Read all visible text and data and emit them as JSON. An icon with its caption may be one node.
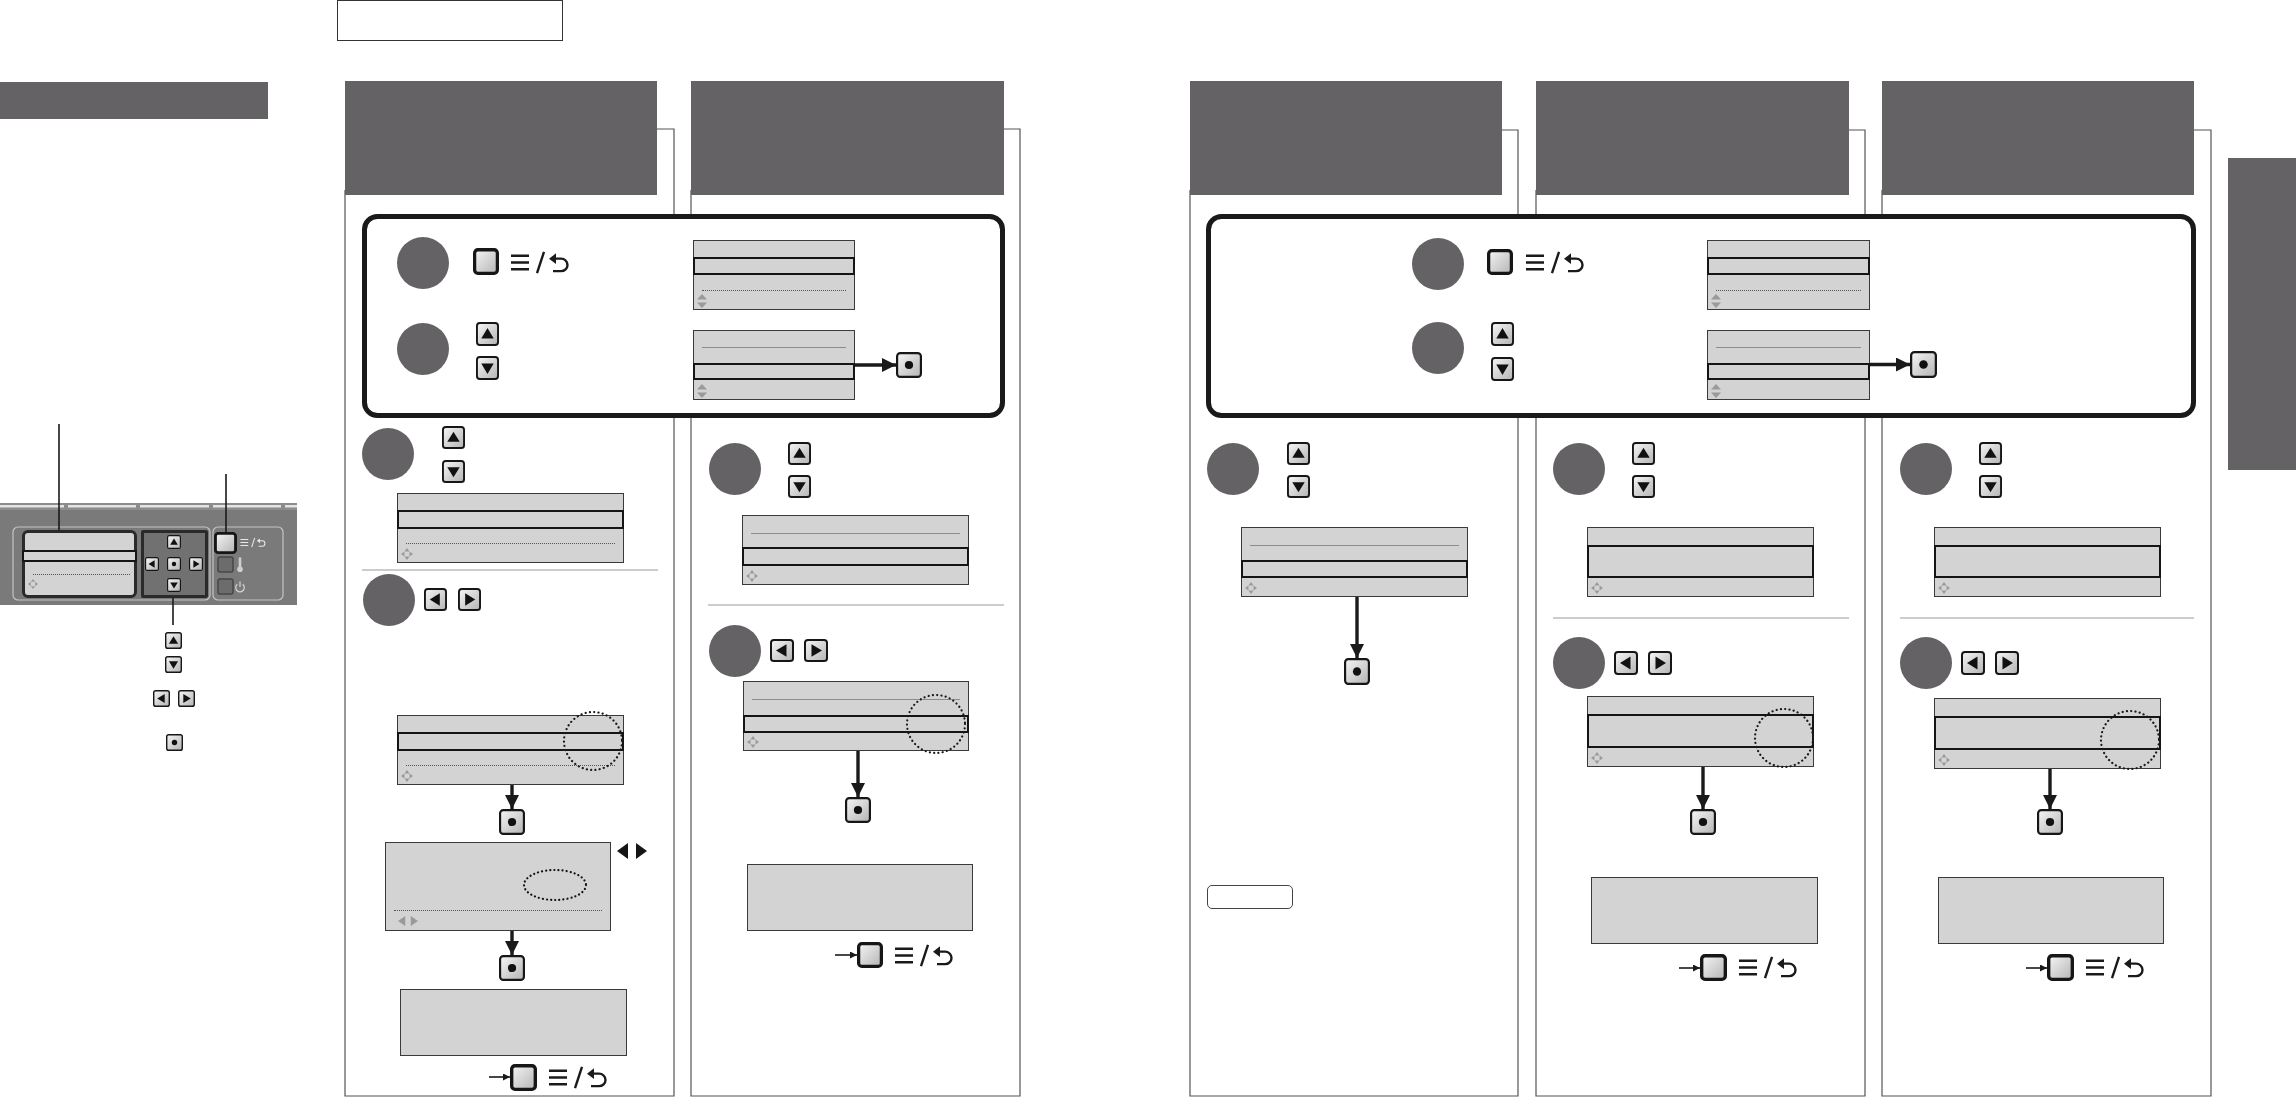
{
  "diagram": {
    "nodes": [
      {
        "text": [],
        "shape": "box"
      },
      {
        "text": [],
        "shape": "bar"
      },
      {
        "text": [],
        "shape": "box"
      },
      {
        "text": [],
        "shape": "bar",
        "in": 2
      },
      {
        "text": [],
        "shape": "button"
      },
      {
        "text": [],
        "shape": "box"
      },
      {
        "text": [],
        "shape": "box"
      },
      {
        "text": [],
        "shape": "bar",
        "in": 6
      },
      {
        "text": [],
        "shape": "box"
      },
      {
        "text": [],
        "shape": "bar",
        "in": 8
      },
      {
        "text": [],
        "shape": "button"
      },
      {
        "text": [],
        "shape": "box"
      },
      {
        "text": [],
        "shape": "bar",
        "in": 11
      },
      {
        "text": [],
        "shape": "box"
      },
      {
        "text": [],
        "shape": "bar",
        "in": 13
      },
      {
        "text": [],
        "shape": "button"
      },
      {
        "text": [],
        "shape": "box"
      },
      {
        "text": [],
        "shape": "button"
      },
      {
        "text": [],
        "shape": "box"
      },
      {
        "text": [],
        "shape": "button"
      },
      {
        "text": [],
        "shape": "box"
      },
      {
        "text": [],
        "shape": "bar",
        "in": 20
      },
      {
        "text": [],
        "shape": "box"
      },
      {
        "text": [],
        "shape": "bar",
        "in": 22
      },
      {
        "text": [],
        "shape": "button"
      },
      {
        "text": [],
        "shape": "box"
      },
      {
        "text": [],
        "shape": "button"
      },
      {
        "text": [],
        "shape": "box"
      },
      {
        "text": [],
        "shape": "bar",
        "in": 27
      },
      {
        "text": [],
        "shape": "box"
      },
      {
        "text": [],
        "shape": "bar",
        "in": 29
      },
      {
        "text": [],
        "shape": "button"
      },
      {
        "text": [],
        "shape": "box"
      },
      {
        "text": [],
        "shape": "bar",
        "in": 32
      },
      {
        "text": [],
        "shape": "button"
      },
      {
        "text": [],
        "shape": "box"
      },
      {
        "text": [],
        "shape": "box"
      },
      {
        "text": [],
        "shape": "bar",
        "in": 36
      },
      {
        "text": [],
        "shape": "box"
      },
      {
        "text": [],
        "shape": "bar",
        "in": 38
      },
      {
        "text": [],
        "shape": "button"
      },
      {
        "text": [],
        "shape": "box"
      },
      {
        "text": [],
        "shape": "button"
      },
      {
        "text": [],
        "shape": "box"
      },
      {
        "text": [],
        "shape": "bar",
        "in": 43
      },
      {
        "text": [],
        "shape": "box"
      },
      {
        "text": [],
        "shape": "bar",
        "in": 45
      },
      {
        "text": [],
        "shape": "button"
      },
      {
        "text": [],
        "shape": "box"
      },
      {
        "text": [],
        "shape": "button"
      },
      {
        "text": [],
        "shape": "bar"
      }
    ],
    "edges": [
      {
        "from": null,
        "to": 2,
        "arrow": "none"
      },
      {
        "from": null,
        "to": 4,
        "arrow": "none"
      },
      {
        "from": null,
        "to": 5,
        "arrow": "none"
      },
      {
        "from": 8,
        "to": 10,
        "arrow": "to"
      },
      {
        "from": 13,
        "to": 15,
        "arrow": "to"
      },
      {
        "from": 16,
        "to": 17,
        "arrow": "to"
      },
      {
        "from": null,
        "to": 19,
        "arrow": "to"
      },
      {
        "from": 22,
        "to": 24,
        "arrow": "to"
      },
      {
        "from": null,
        "to": 26,
        "arrow": "to"
      },
      {
        "from": 29,
        "to": 31,
        "arrow": "to"
      },
      {
        "from": 32,
        "to": 34,
        "arrow": "to"
      },
      {
        "from": 38,
        "to": 40,
        "arrow": "to"
      },
      {
        "from": null,
        "to": 42,
        "arrow": "to"
      },
      {
        "from": 45,
        "to": 47,
        "arrow": "to"
      },
      {
        "from": null,
        "to": 49,
        "arrow": "to"
      }
    ]
  }
}
